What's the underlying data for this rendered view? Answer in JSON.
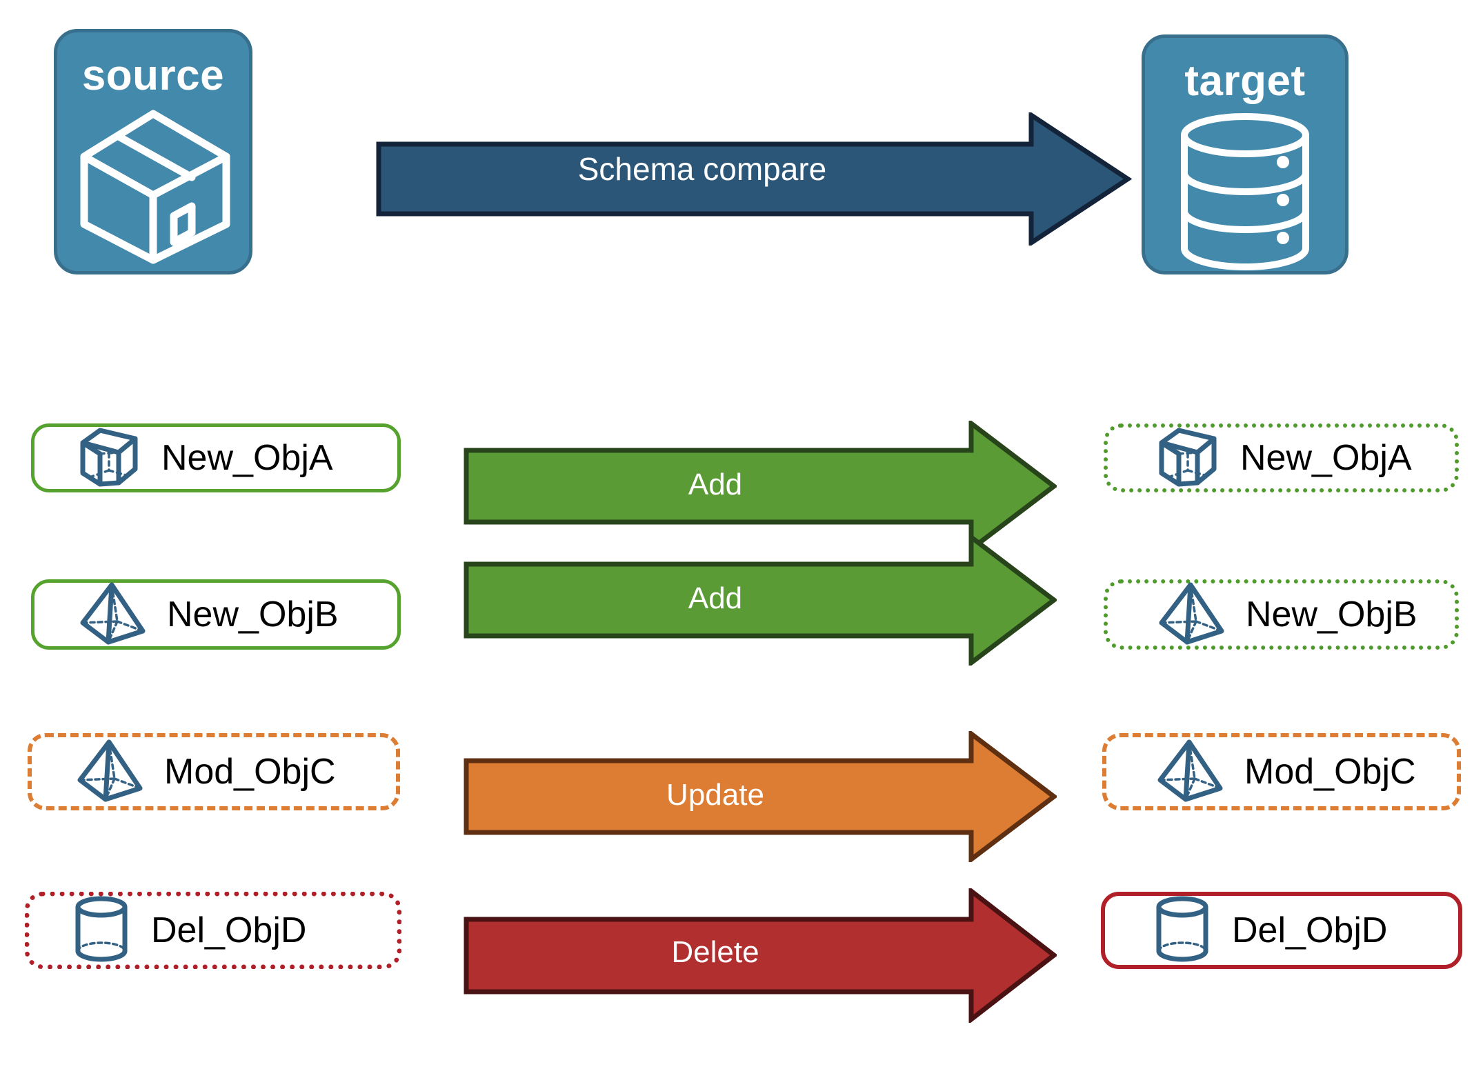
{
  "diagram": {
    "title": "Schema compare",
    "colors": {
      "endpoint_fill": "#4389AC",
      "endpoint_stroke": "#376F8C",
      "compare_arrow_fill": "#2B5677",
      "compare_arrow_stroke": "#13243A",
      "add_fill": "#5A9B36",
      "add_stroke": "#28441A",
      "update_fill": "#DD7D33",
      "update_stroke": "#5E2F11",
      "delete_fill": "#B12F2F",
      "delete_stroke": "#4A1212",
      "object_icon": "#336184",
      "green_border": "#55A22E",
      "orange_border": "#DD7D33",
      "red_border": "#B12028"
    }
  },
  "endpoints": {
    "source": {
      "label": "source",
      "icon": "package-box-icon"
    },
    "target": {
      "label": "target",
      "icon": "database-cylinder-icon"
    }
  },
  "compare_arrow": {
    "label": "Schema compare",
    "icon": "right-arrow-icon"
  },
  "rows": [
    {
      "id": "row-add-a",
      "action": "Add",
      "source": {
        "label": "New_ObjA",
        "icon": "wireframe-cube-icon",
        "border_style": "solid",
        "border_color": "#55A22E"
      },
      "target": {
        "label": "New_ObjA",
        "icon": "wireframe-cube-icon",
        "border_style": "dotted",
        "border_color": "#4E9B2C"
      },
      "arrow_color": "#5A9B36"
    },
    {
      "id": "row-add-b",
      "action": "Add",
      "source": {
        "label": "New_ObjB",
        "icon": "wireframe-pyramid-icon",
        "border_style": "solid",
        "border_color": "#55A22E"
      },
      "target": {
        "label": "New_ObjB",
        "icon": "wireframe-pyramid-icon",
        "border_style": "dotted",
        "border_color": "#4E9B2C"
      },
      "arrow_color": "#5A9B36"
    },
    {
      "id": "row-update-c",
      "action": "Update",
      "source": {
        "label": "Mod_ObjC",
        "icon": "wireframe-pyramid-icon",
        "border_style": "dashed",
        "border_color": "#DD7D33"
      },
      "target": {
        "label": "Mod_ObjC",
        "icon": "wireframe-pyramid-icon",
        "border_style": "dashed",
        "border_color": "#DD7D33"
      },
      "arrow_color": "#DD7D33"
    },
    {
      "id": "row-delete-d",
      "action": "Delete",
      "source": {
        "label": "Del_ObjD",
        "icon": "wireframe-cylinder-icon",
        "border_style": "dotted",
        "border_color": "#B12028"
      },
      "target": {
        "label": "Del_ObjD",
        "icon": "wireframe-cylinder-icon",
        "border_style": "solid",
        "border_color": "#B12028"
      },
      "arrow_color": "#B12F2F"
    }
  ]
}
